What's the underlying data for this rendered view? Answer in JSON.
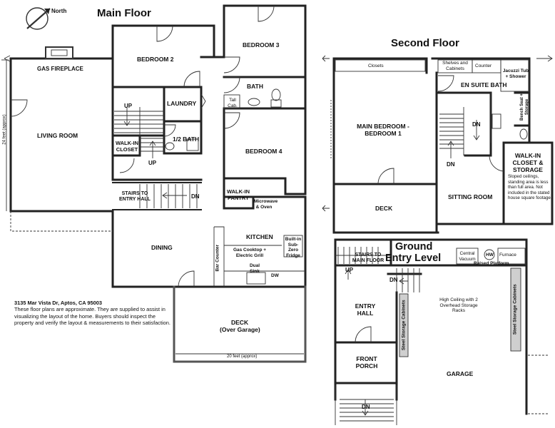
{
  "compass": {
    "label": "North"
  },
  "floors": {
    "main": "Main Floor",
    "second": "Second Floor",
    "ground_line1": "Ground",
    "ground_line2": "Entry Level"
  },
  "main_floor": {
    "gas_fireplace": "GAS FIREPLACE",
    "living_room": "LIVING ROOM",
    "bedroom2": "BEDROOM 2",
    "bedroom3": "BEDROOM 3",
    "bath": "BATH",
    "tall_cab": "Tall Cab.",
    "laundry": "LAUNDRY",
    "half_bath": "1/2 BATH",
    "up1": "UP",
    "up2": "UP",
    "walkin_closet": "WALK-IN CLOSET",
    "bedroom4": "BEDROOM 4",
    "stairs_entry": "STAIRS TO ENTRY HALL",
    "dn": "DN",
    "walkin_pantry": "WALK-IN PANTRY",
    "microwave": "Microwave & Oven",
    "kitchen": "KITCHEN",
    "builtin_fridge": "Built-in Sub-Zero Fridge",
    "cooktop": "Gas Cooktop + Electric Grill",
    "dual_sink": "Dual Sink",
    "dw": "DW",
    "bar_counter": "Bar Counter",
    "dining": "DINING",
    "deck": "DECK",
    "deck_sub": "(Over Garage)",
    "width_20": "20 feet (approx)",
    "height_24": "24 feet (approx)"
  },
  "notes": {
    "address": "3135 Mar Vista Dr, Aptos, CA 95003",
    "disclaimer": "These floor plans are approximate. They are supplied to assist in visualizing the layout of the home. Buyers should inspect the property and verify the layout & measurements to their satisfaction."
  },
  "second_floor": {
    "closets": "Closets",
    "shelves": "Shelves and Cabinets",
    "counter": "Counter",
    "jacuzzi": "Jacuzzi Tub + Shower",
    "en_suite": "EN SUITE BATH",
    "bench_seat": "Bench Seat + Storage",
    "main_bedroom": "MAIN BEDROOM - BEDROOM 1",
    "dn": "DN",
    "dn2": "DN",
    "walkin_closet": "WALK-IN CLOSET & STORAGE",
    "sloped_note": "Sloped ceilings, standing area is less than full area. Not included in the stated house square footage.",
    "sitting_room": "SITTING ROOM",
    "deck": "DECK"
  },
  "ground_floor": {
    "stairs_main": "STAIRS TO MAIN FLOOR",
    "central_vacuum": "Central Vacuum",
    "hw": "HW",
    "furnace": "Furnace",
    "raised_platform": "Raised Platform",
    "up": "UP",
    "dn": "DN",
    "high_ceiling": "High Ceiling with 2 Overhead Storage Racks",
    "steel_cab1": "Steel Storage Cabinets",
    "steel_cab2": "Steel Storage Cabinets",
    "entry_hall": "ENTRY HALL",
    "front_porch": "FRONT PORCH",
    "garage": "GARAGE",
    "dn_bottom": "DN"
  }
}
